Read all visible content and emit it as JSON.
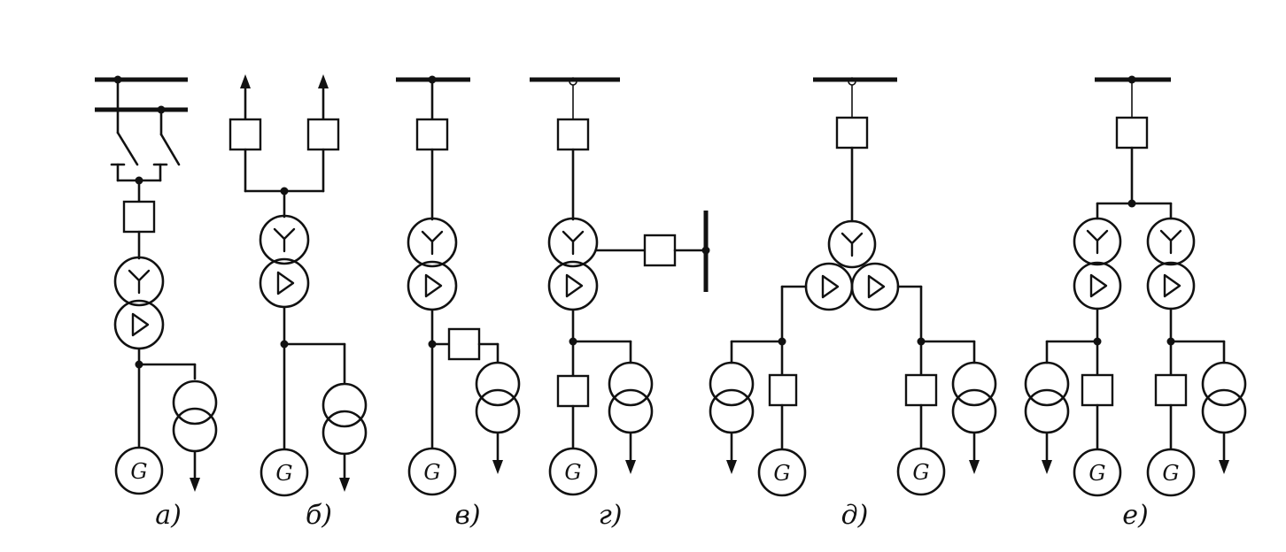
{
  "diagram": {
    "panels": [
      {
        "id": "a",
        "label": "а)"
      },
      {
        "id": "b",
        "label": "б)"
      },
      {
        "id": "v",
        "label": "в)"
      },
      {
        "id": "g",
        "label": "г)"
      },
      {
        "id": "d",
        "label": "д)"
      },
      {
        "id": "e",
        "label": "е)"
      }
    ],
    "generator_symbol": "G",
    "colors": {
      "ink": "#111111",
      "background": "#ffffff"
    }
  }
}
